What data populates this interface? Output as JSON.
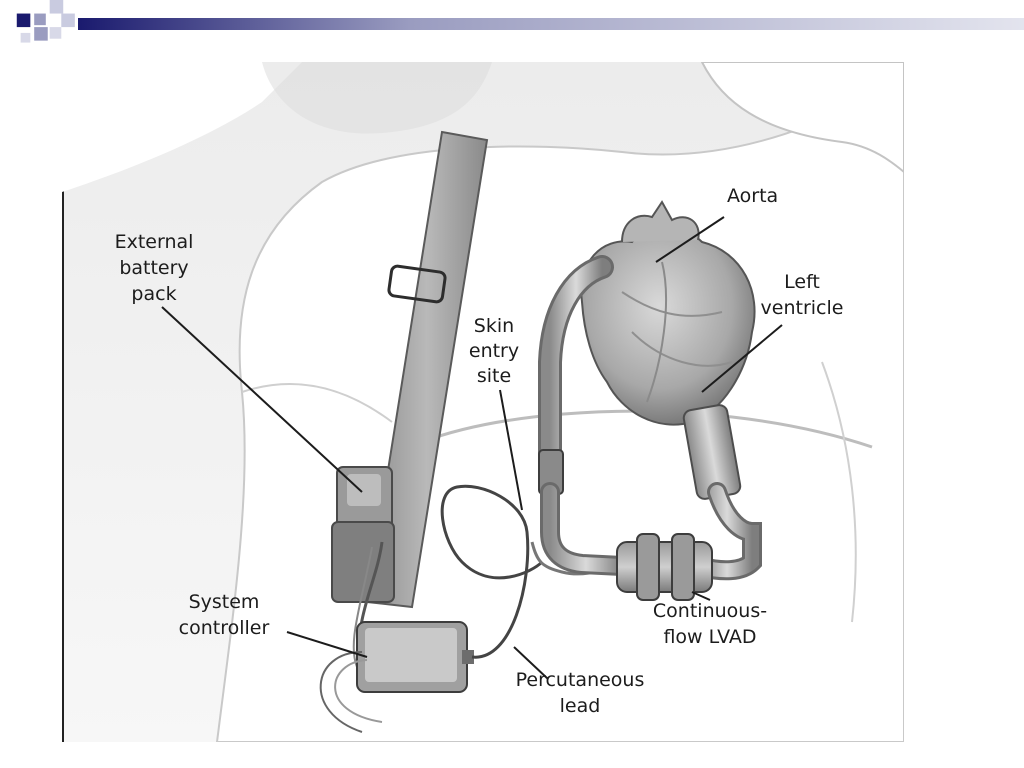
{
  "diagram": {
    "labels": {
      "aorta": "Aorta",
      "left_ventricle": [
        "Left",
        "ventricle"
      ],
      "external_battery_pack": [
        "External",
        "battery",
        "pack"
      ],
      "skin_entry_site": [
        "Skin",
        "entry",
        "site"
      ],
      "system_controller": [
        "System",
        "controller"
      ],
      "continuous_flow_lvad": [
        "Continuous-",
        "flow LVAD"
      ],
      "percutaneous_lead": [
        "Percutaneous",
        "lead"
      ]
    }
  },
  "colors": {
    "header_navy": "#1a1a6e",
    "header_gray": "#c8cad6",
    "line": "#1c1c1c"
  }
}
